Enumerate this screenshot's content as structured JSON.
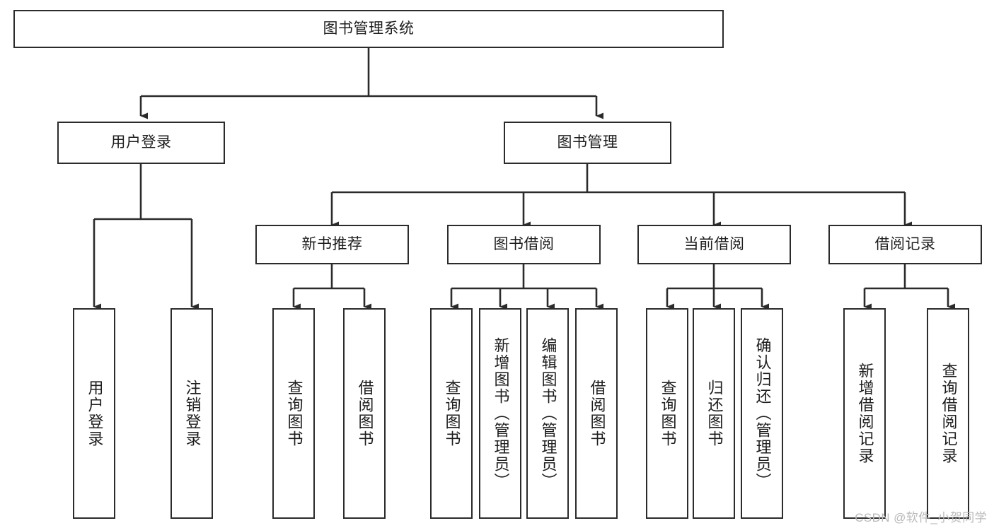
{
  "diagram": {
    "title": "图书管理系统",
    "type": "tree-hierarchy",
    "watermark": "CSDN @软件_小贺同学",
    "colors": {
      "background": "#ffffff",
      "box_border": "#2b2b2b",
      "box_fill": "#ffffff",
      "text": "#1d1d1d",
      "connector": "#2b2b2b",
      "watermark": "#b9b9b9"
    },
    "levels": {
      "root": "图书管理系统",
      "level2": [
        "用户登录",
        "图书管理"
      ],
      "level3": [
        "新书推荐",
        "图书借阅",
        "当前借阅",
        "借阅记录"
      ],
      "leaves": [
        "用户登录",
        "注销登录",
        "查询图书",
        "借阅图书",
        "查询图书",
        "新增图书（管理员）",
        "编辑图书（管理员）",
        "借阅图书",
        "查询图书",
        "归还图书",
        "确认归还（管理员）",
        "新增借阅记录",
        "查询借阅记录"
      ]
    },
    "nodes": {
      "root": {
        "label": "图书管理系统"
      },
      "user_login": {
        "label": "用户登录"
      },
      "book_manage": {
        "label": "图书管理"
      },
      "new_book_rec": {
        "label": "新书推荐"
      },
      "book_borrow": {
        "label": "图书借阅"
      },
      "current_borrow": {
        "label": "当前借阅"
      },
      "borrow_record": {
        "label": "借阅记录"
      },
      "leaf_user_login": {
        "label": "用户登录"
      },
      "leaf_user_logout": {
        "label": "注销登录"
      },
      "leaf_query_book_1": {
        "label": "查询图书"
      },
      "leaf_borrow_book_1": {
        "label": "借阅图书"
      },
      "leaf_query_book_2": {
        "label": "查询图书"
      },
      "leaf_add_book": {
        "label": "新增图书（管理员）"
      },
      "leaf_edit_book": {
        "label": "编辑图书（管理员）"
      },
      "leaf_borrow_book_2": {
        "label": "借阅图书"
      },
      "leaf_query_book_3": {
        "label": "查询图书"
      },
      "leaf_return_book": {
        "label": "归还图书"
      },
      "leaf_confirm_return": {
        "label": "确认归还（管理员）"
      },
      "leaf_add_record": {
        "label": "新增借阅记录"
      },
      "leaf_query_record": {
        "label": "查询借阅记录"
      }
    }
  }
}
